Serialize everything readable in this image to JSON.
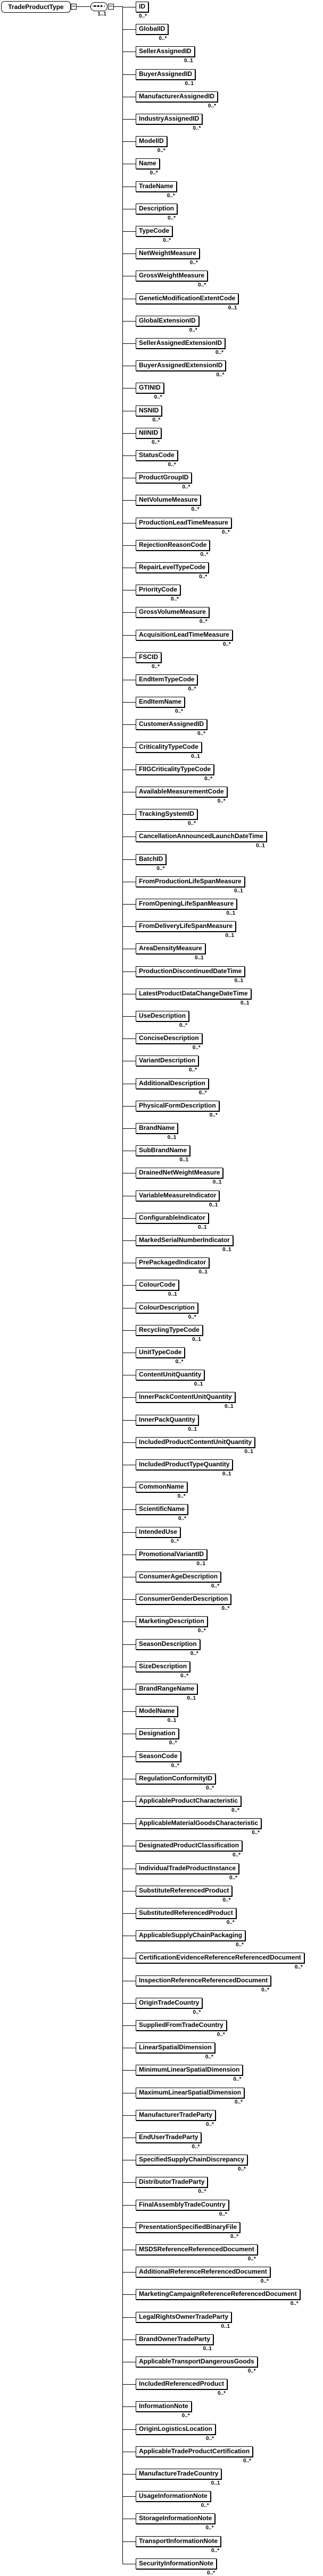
{
  "diagram": {
    "root": {
      "label": "TradeProductType",
      "collapse_icon": "minus-icon"
    },
    "compositor": {
      "icon": "sequence-icon",
      "cardinality": "1..1",
      "collapse_icon": "minus-icon"
    },
    "colors": {
      "line": "#000000",
      "box_border": "#000000",
      "box_fill": "#ffffff",
      "text": "#000000"
    },
    "elements": [
      {
        "name": "ID",
        "cardinality": "0..*"
      },
      {
        "name": "GlobalID",
        "cardinality": "0..*"
      },
      {
        "name": "SellerAssignedID",
        "cardinality": "0..1"
      },
      {
        "name": "BuyerAssignedID",
        "cardinality": "0..1"
      },
      {
        "name": "ManufacturerAssignedID",
        "cardinality": "0..*"
      },
      {
        "name": "IndustryAssignedID",
        "cardinality": "0..*"
      },
      {
        "name": "ModelID",
        "cardinality": "0..*"
      },
      {
        "name": "Name",
        "cardinality": "0..*"
      },
      {
        "name": "TradeName",
        "cardinality": "0..*"
      },
      {
        "name": "Description",
        "cardinality": "0..*"
      },
      {
        "name": "TypeCode",
        "cardinality": "0..*"
      },
      {
        "name": "NetWeightMeasure",
        "cardinality": "0..*"
      },
      {
        "name": "GrossWeightMeasure",
        "cardinality": "0..*"
      },
      {
        "name": "GeneticModificationExtentCode",
        "cardinality": "0..1"
      },
      {
        "name": "GlobalExtensionID",
        "cardinality": "0..*"
      },
      {
        "name": "SellerAssignedExtensionID",
        "cardinality": "0..*"
      },
      {
        "name": "BuyerAssignedExtensionID",
        "cardinality": "0..*"
      },
      {
        "name": "GTINID",
        "cardinality": "0..*"
      },
      {
        "name": "NSNID",
        "cardinality": "0..*"
      },
      {
        "name": "NIINID",
        "cardinality": "0..*"
      },
      {
        "name": "StatusCode",
        "cardinality": "0..*"
      },
      {
        "name": "ProductGroupID",
        "cardinality": "0..*"
      },
      {
        "name": "NetVolumeMeasure",
        "cardinality": "0..*"
      },
      {
        "name": "ProductionLeadTimeMeasure",
        "cardinality": "0..*"
      },
      {
        "name": "RejectionReasonCode",
        "cardinality": "0..*"
      },
      {
        "name": "RepairLevelTypeCode",
        "cardinality": "0..*"
      },
      {
        "name": "PriorityCode",
        "cardinality": "0..*"
      },
      {
        "name": "GrossVolumeMeasure",
        "cardinality": "0..*"
      },
      {
        "name": "AcquisitionLeadTimeMeasure",
        "cardinality": "0..*"
      },
      {
        "name": "FSCID",
        "cardinality": "0..*"
      },
      {
        "name": "EndItemTypeCode",
        "cardinality": "0..*"
      },
      {
        "name": "EndItemName",
        "cardinality": "0..*"
      },
      {
        "name": "CustomerAssignedID",
        "cardinality": "0..*"
      },
      {
        "name": "CriticalityTypeCode",
        "cardinality": "0..1"
      },
      {
        "name": "FIIGCriticalityTypeCode",
        "cardinality": "0..*"
      },
      {
        "name": "AvailableMeasurementCode",
        "cardinality": "0..*"
      },
      {
        "name": "TrackingSystemID",
        "cardinality": "0..*"
      },
      {
        "name": "CancellationAnnouncedLaunchDateTime",
        "cardinality": "0..1"
      },
      {
        "name": "BatchID",
        "cardinality": "0..*"
      },
      {
        "name": "FromProductionLifeSpanMeasure",
        "cardinality": "0..1"
      },
      {
        "name": "FromOpeningLifeSpanMeasure",
        "cardinality": "0..1"
      },
      {
        "name": "FromDeliveryLifeSpanMeasure",
        "cardinality": "0..1"
      },
      {
        "name": "AreaDensityMeasure",
        "cardinality": "0..1"
      },
      {
        "name": "ProductionDiscontinuedDateTime",
        "cardinality": "0..1"
      },
      {
        "name": "LatestProductDataChangeDateTime",
        "cardinality": "0..1"
      },
      {
        "name": "UseDescription",
        "cardinality": "0..*"
      },
      {
        "name": "ConciseDescription",
        "cardinality": "0..*"
      },
      {
        "name": "VariantDescription",
        "cardinality": "0..*"
      },
      {
        "name": "AdditionalDescription",
        "cardinality": "0..*"
      },
      {
        "name": "PhysicalFormDescription",
        "cardinality": "0..*"
      },
      {
        "name": "BrandName",
        "cardinality": "0..1"
      },
      {
        "name": "SubBrandName",
        "cardinality": "0..1"
      },
      {
        "name": "DrainedNetWeightMeasure",
        "cardinality": "0..1"
      },
      {
        "name": "VariableMeasureIndicator",
        "cardinality": "0..1"
      },
      {
        "name": "ConfigurableIndicator",
        "cardinality": "0..1"
      },
      {
        "name": "MarkedSerialNumberIndicator",
        "cardinality": "0..1"
      },
      {
        "name": "PrePackagedIndicator",
        "cardinality": "0..1"
      },
      {
        "name": "ColourCode",
        "cardinality": "0..1"
      },
      {
        "name": "ColourDescription",
        "cardinality": "0..*"
      },
      {
        "name": "RecyclingTypeCode",
        "cardinality": "0..1"
      },
      {
        "name": "UnitTypeCode",
        "cardinality": "0..*"
      },
      {
        "name": "ContentUnitQuantity",
        "cardinality": "0..1"
      },
      {
        "name": "InnerPackContentUnitQuantity",
        "cardinality": "0..1"
      },
      {
        "name": "InnerPackQuantity",
        "cardinality": "0..1"
      },
      {
        "name": "IncludedProductContentUnitQuantity",
        "cardinality": "0..1"
      },
      {
        "name": "IncludedProductTypeQuantity",
        "cardinality": "0..1"
      },
      {
        "name": "CommonName",
        "cardinality": "0..*"
      },
      {
        "name": "ScientificName",
        "cardinality": "0..*"
      },
      {
        "name": "IntendedUse",
        "cardinality": "0..*"
      },
      {
        "name": "PromotionalVariantID",
        "cardinality": "0..1"
      },
      {
        "name": "ConsumerAgeDescription",
        "cardinality": "0..*"
      },
      {
        "name": "ConsumerGenderDescription",
        "cardinality": "0..*"
      },
      {
        "name": "MarketingDescription",
        "cardinality": "0..*"
      },
      {
        "name": "SeasonDescription",
        "cardinality": "0..*"
      },
      {
        "name": "SizeDescription",
        "cardinality": "0..*"
      },
      {
        "name": "BrandRangeName",
        "cardinality": "0..1"
      },
      {
        "name": "ModelName",
        "cardinality": "0..1"
      },
      {
        "name": "Designation",
        "cardinality": "0..*"
      },
      {
        "name": "SeasonCode",
        "cardinality": "0..*"
      },
      {
        "name": "RegulationConformityID",
        "cardinality": "0..*"
      },
      {
        "name": "ApplicableProductCharacteristic",
        "cardinality": "0..*"
      },
      {
        "name": "ApplicableMaterialGoodsCharacteristic",
        "cardinality": "0..*"
      },
      {
        "name": "DesignatedProductClassification",
        "cardinality": "0..*"
      },
      {
        "name": "IndividualTradeProductInstance",
        "cardinality": "0..*"
      },
      {
        "name": "SubstituteReferencedProduct",
        "cardinality": "0..*"
      },
      {
        "name": "SubstitutedReferencedProduct",
        "cardinality": "0..*"
      },
      {
        "name": "ApplicableSupplyChainPackaging",
        "cardinality": "0..*"
      },
      {
        "name": "CertificationEvidenceReferenceReferencedDocument",
        "cardinality": "0..*"
      },
      {
        "name": "InspectionReferenceReferencedDocument",
        "cardinality": "0..*"
      },
      {
        "name": "OriginTradeCountry",
        "cardinality": "0..*"
      },
      {
        "name": "SuppliedFromTradeCountry",
        "cardinality": "0..*"
      },
      {
        "name": "LinearSpatialDimension",
        "cardinality": "0..*"
      },
      {
        "name": "MinimumLinearSpatialDimension",
        "cardinality": "0..*"
      },
      {
        "name": "MaximumLinearSpatialDimension",
        "cardinality": "0..*"
      },
      {
        "name": "ManufacturerTradeParty",
        "cardinality": "0..*"
      },
      {
        "name": "EndUserTradeParty",
        "cardinality": "0..*"
      },
      {
        "name": "SpecifiedSupplyChainDiscrepancy",
        "cardinality": "0..*"
      },
      {
        "name": "DistributorTradeParty",
        "cardinality": "0..*"
      },
      {
        "name": "FinalAssemblyTradeCountry",
        "cardinality": "0..*"
      },
      {
        "name": "PresentationSpecifiedBinaryFile",
        "cardinality": "0..*"
      },
      {
        "name": "MSDSReferenceReferencedDocument",
        "cardinality": "0..*"
      },
      {
        "name": "AdditionalReferenceReferencedDocument",
        "cardinality": "0..*"
      },
      {
        "name": "MarketingCampaignReferenceReferencedDocument",
        "cardinality": "0..*"
      },
      {
        "name": "LegalRightsOwnerTradeParty",
        "cardinality": "0..1"
      },
      {
        "name": "BrandOwnerTradeParty",
        "cardinality": "0..1"
      },
      {
        "name": "ApplicableTransportDangerousGoods",
        "cardinality": "0..*"
      },
      {
        "name": "IncludedReferencedProduct",
        "cardinality": "0..*"
      },
      {
        "name": "InformationNote",
        "cardinality": "0..*"
      },
      {
        "name": "OriginLogisticsLocation",
        "cardinality": "0..*"
      },
      {
        "name": "ApplicableTradeProductCertification",
        "cardinality": "0..*"
      },
      {
        "name": "ManufactureTradeCountry",
        "cardinality": "0..1"
      },
      {
        "name": "UsageInformationNote",
        "cardinality": "0..*"
      },
      {
        "name": "StorageInformationNote",
        "cardinality": "0..*"
      },
      {
        "name": "TransportInformationNote",
        "cardinality": "0..*"
      },
      {
        "name": "SecurityInformationNote",
        "cardinality": "0..*"
      }
    ]
  }
}
